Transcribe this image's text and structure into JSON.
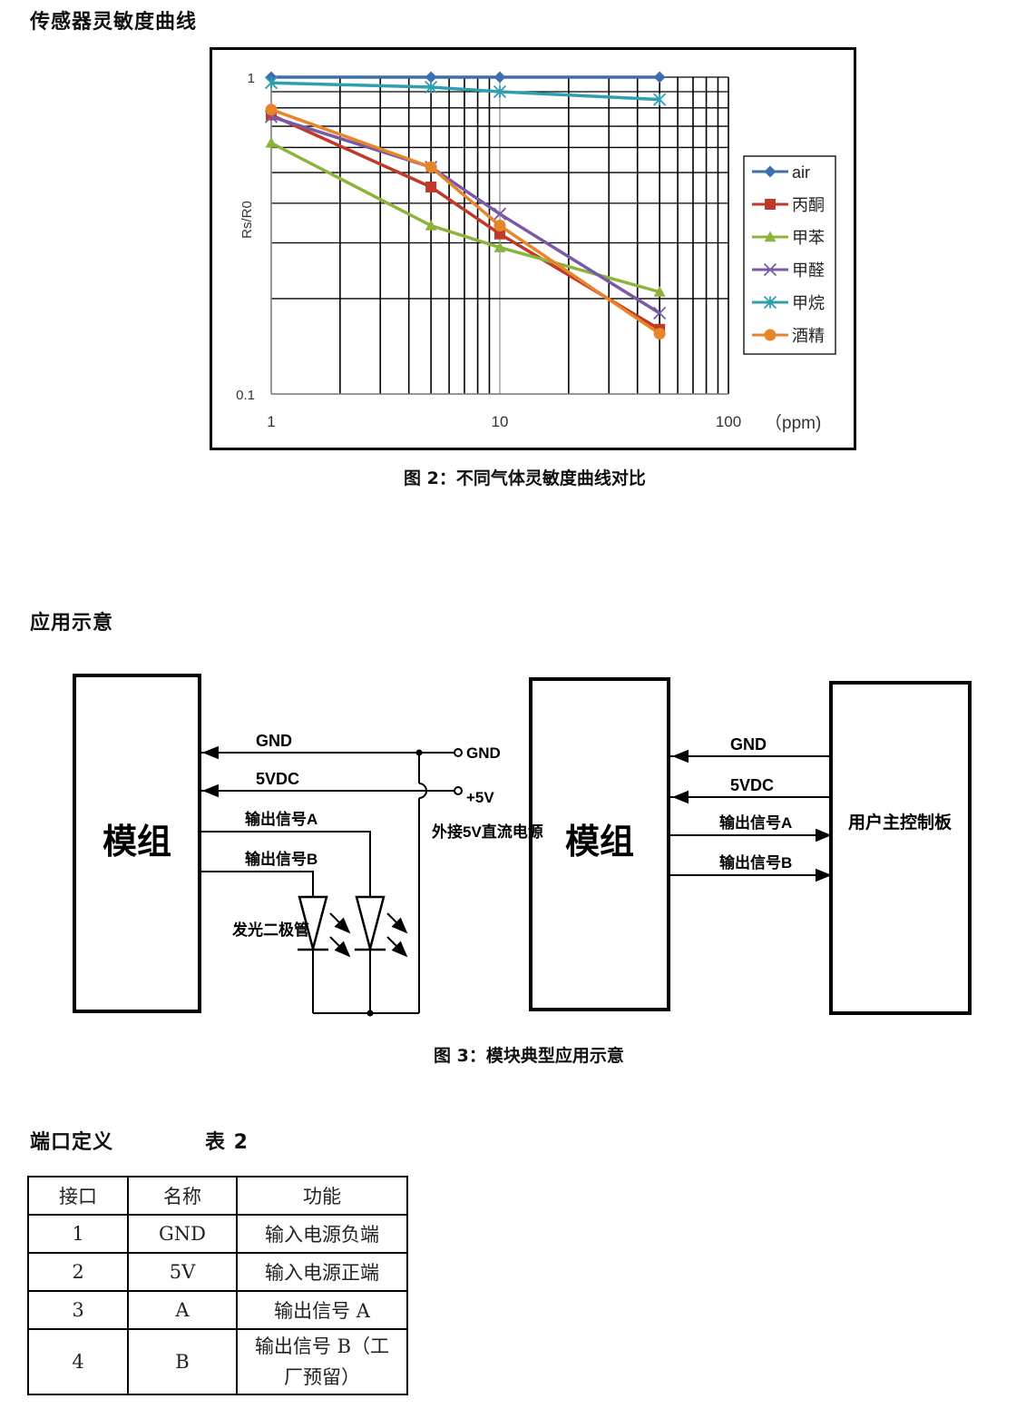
{
  "section1": {
    "title": "传感器灵敏度曲线"
  },
  "chart_data": {
    "type": "line",
    "xscale": "log",
    "yscale": "log",
    "xlim": [
      1,
      100
    ],
    "ylim": [
      0.1,
      1
    ],
    "x_tick_labels": [
      "1",
      "10",
      "100"
    ],
    "x_unit": "（ppm)",
    "y_tick_labels": [
      "1",
      "0.1"
    ],
    "ylabel": "Rs/R0",
    "grid": true,
    "legend": "right",
    "x": [
      1,
      5,
      10,
      50
    ],
    "series": [
      {
        "name": "air",
        "color": "#3d6fb0",
        "marker": "diamond",
        "values": [
          1.0,
          1.0,
          1.0,
          1.0
        ]
      },
      {
        "name": "丙酮",
        "color": "#c0392b",
        "marker": "square",
        "values": [
          0.76,
          0.45,
          0.32,
          0.16
        ]
      },
      {
        "name": "甲苯",
        "color": "#8cb43c",
        "marker": "triangle",
        "values": [
          0.62,
          0.34,
          0.29,
          0.21
        ]
      },
      {
        "name": "甲醛",
        "color": "#7a5aa6",
        "marker": "x",
        "values": [
          0.75,
          0.52,
          0.37,
          0.18
        ]
      },
      {
        "name": "甲烷",
        "color": "#2f9fb0",
        "marker": "star",
        "values": [
          0.96,
          0.93,
          0.9,
          0.85
        ]
      },
      {
        "name": "酒精",
        "color": "#e8852a",
        "marker": "circle",
        "values": [
          0.79,
          0.52,
          0.34,
          0.155
        ]
      }
    ]
  },
  "figure2": {
    "caption": "图 2：不同气体灵敏度曲线对比"
  },
  "section2": {
    "title": "应用示意"
  },
  "circuit": {
    "left_module": "模组",
    "right_module": "模组",
    "board": "用户主控制板",
    "gnd": "GND",
    "vdc": "5VDC",
    "out_a": "输出信号A",
    "out_b": "输出信号B",
    "term_gnd": "GND",
    "term_5v": "+5V",
    "ext_power": "外接5V直流电源",
    "led": "发光二极管"
  },
  "figure3": {
    "caption": "图 3：模块典型应用示意"
  },
  "section3": {
    "title": "端口定义",
    "table_label": "表 2"
  },
  "ports": {
    "headers": [
      "接口",
      "名称",
      "功能"
    ],
    "rows": [
      [
        "1",
        "GND",
        "输入电源负端"
      ],
      [
        "2",
        "5V",
        "输入电源正端"
      ],
      [
        "3",
        "A",
        "输出信号 A"
      ],
      [
        "4",
        "B",
        "输出信号 B（工厂预留）"
      ]
    ]
  }
}
